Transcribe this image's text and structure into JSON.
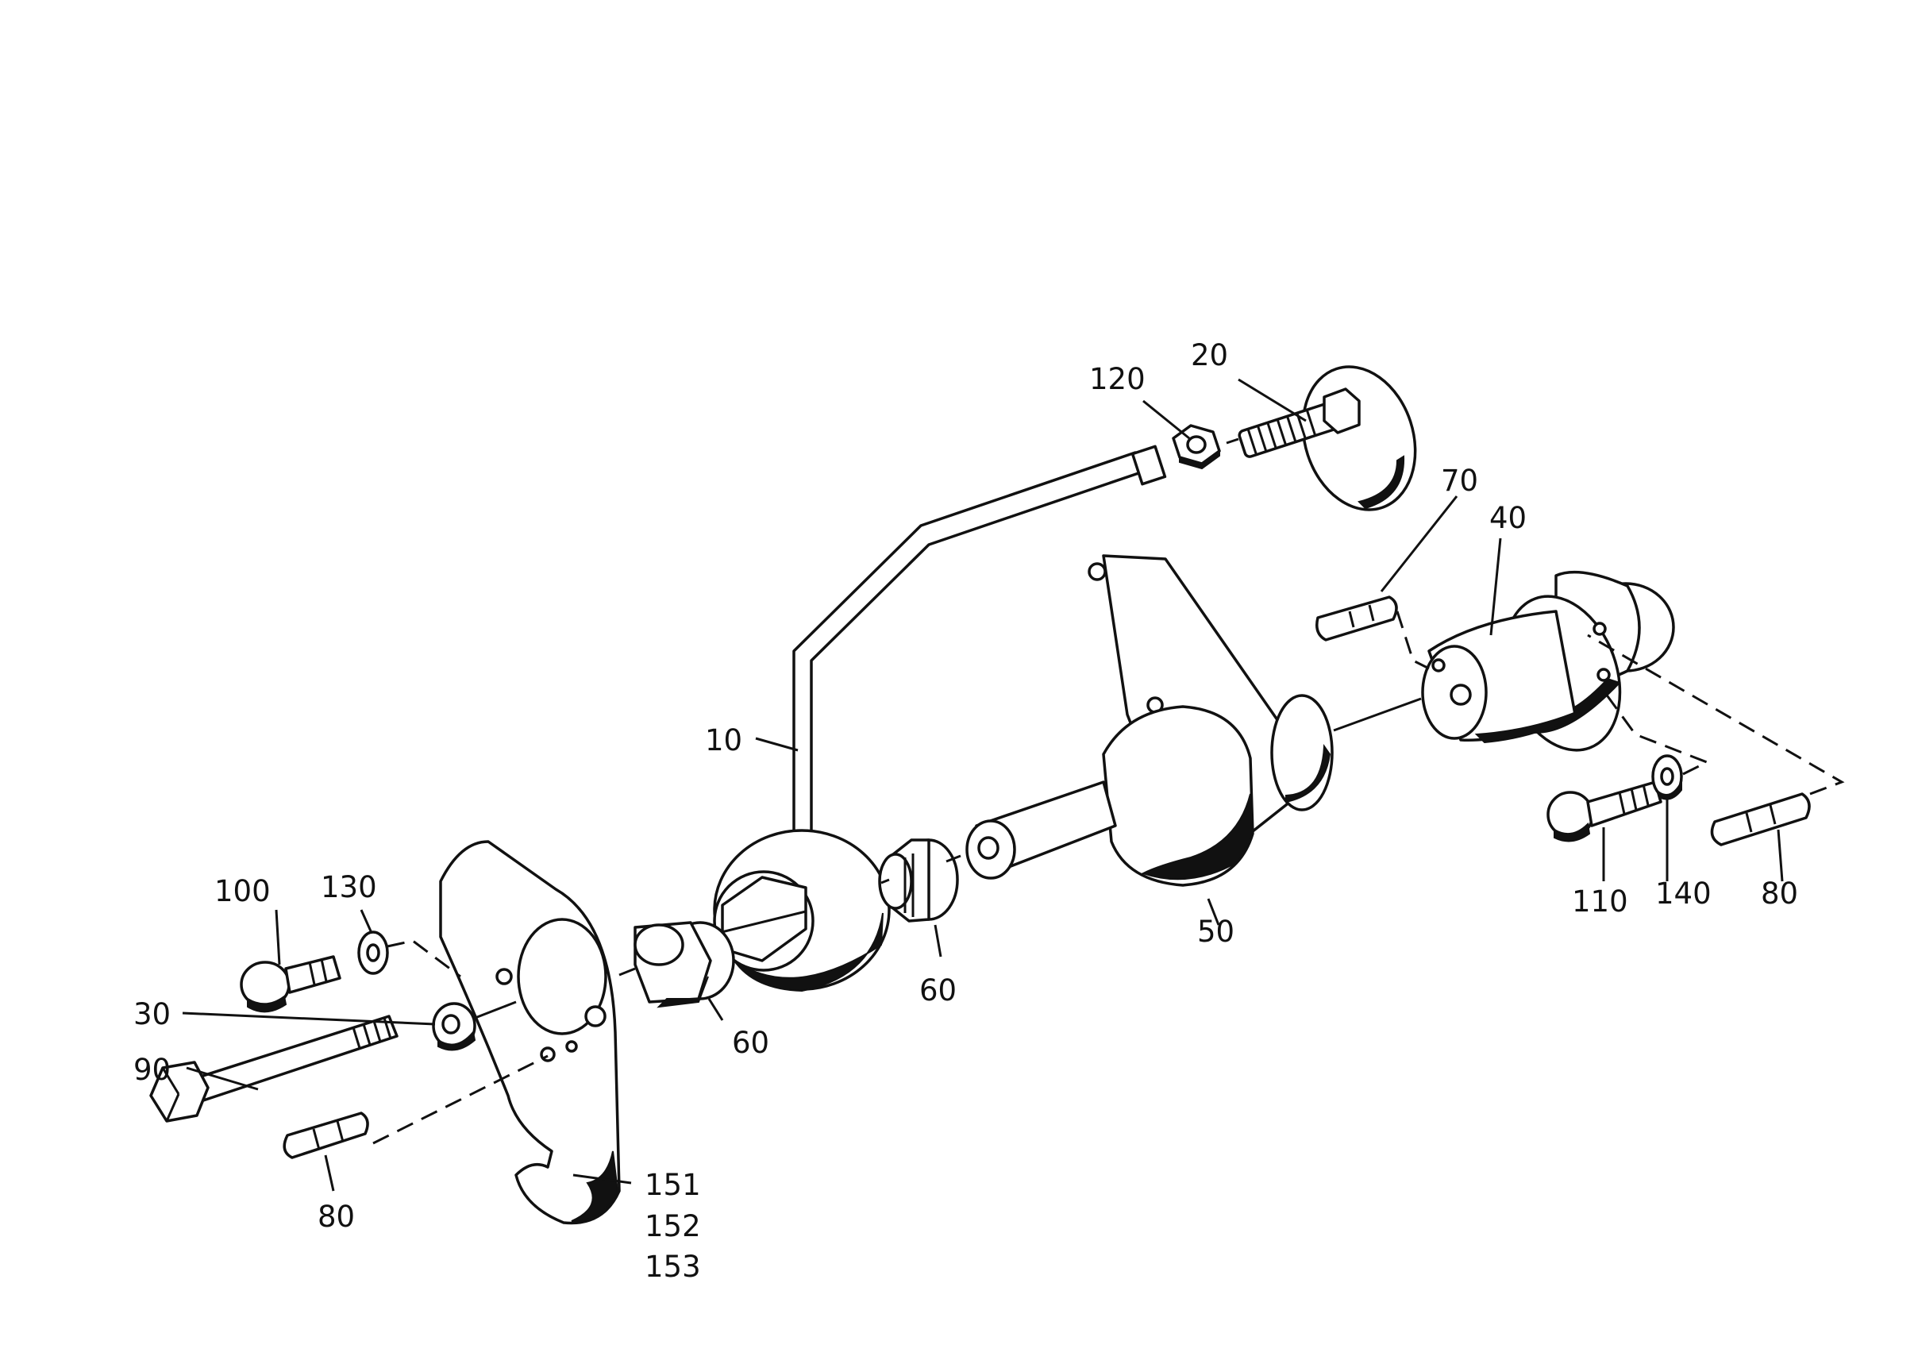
{
  "callouts": {
    "c10": "10",
    "c20": "20",
    "c30": "30",
    "c40": "40",
    "c50": "50",
    "c60a": "60",
    "c60b": "60",
    "c70": "70",
    "c80a": "80",
    "c80b": "80",
    "c90": "90",
    "c100": "100",
    "c110": "110",
    "c120": "120",
    "c130": "130",
    "c140": "140",
    "c151": "151",
    "c152": "152",
    "c153": "153"
  }
}
